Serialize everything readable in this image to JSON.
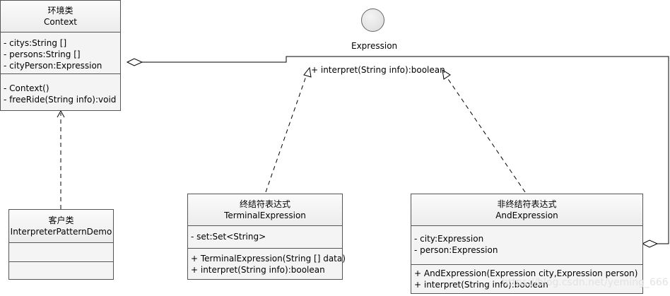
{
  "context": {
    "cn_name": "环境类",
    "name": "Context",
    "attributes": [
      "- citys:String []",
      "- persons:String []",
      "- cityPerson:Expression"
    ],
    "operations": [
      "- Context()",
      "- freeRide(String info):void"
    ]
  },
  "expression": {
    "name": "Expression",
    "operation": "+ interpret(String info):boolean"
  },
  "client": {
    "cn_name": "客户类",
    "name": "InterpreterPatternDemo"
  },
  "terminal": {
    "cn_name": "终结符表达式",
    "name": "TerminalExpression",
    "attributes": [
      "- set:Set<String>"
    ],
    "operations": [
      "+ TerminalExpression(String [] data)",
      "+ interpret(String info):boolean"
    ]
  },
  "and_expr": {
    "cn_name": "非终结符表达式",
    "name": "AndExpression",
    "attributes": [
      "- city:Expression",
      "- person:Expression"
    ],
    "operations": [
      "+ AndExpression(Expression city,Expression person)",
      "+ interpret(String info):boolean"
    ]
  },
  "watermark": "https://blog.csdn.net/yeming_666"
}
